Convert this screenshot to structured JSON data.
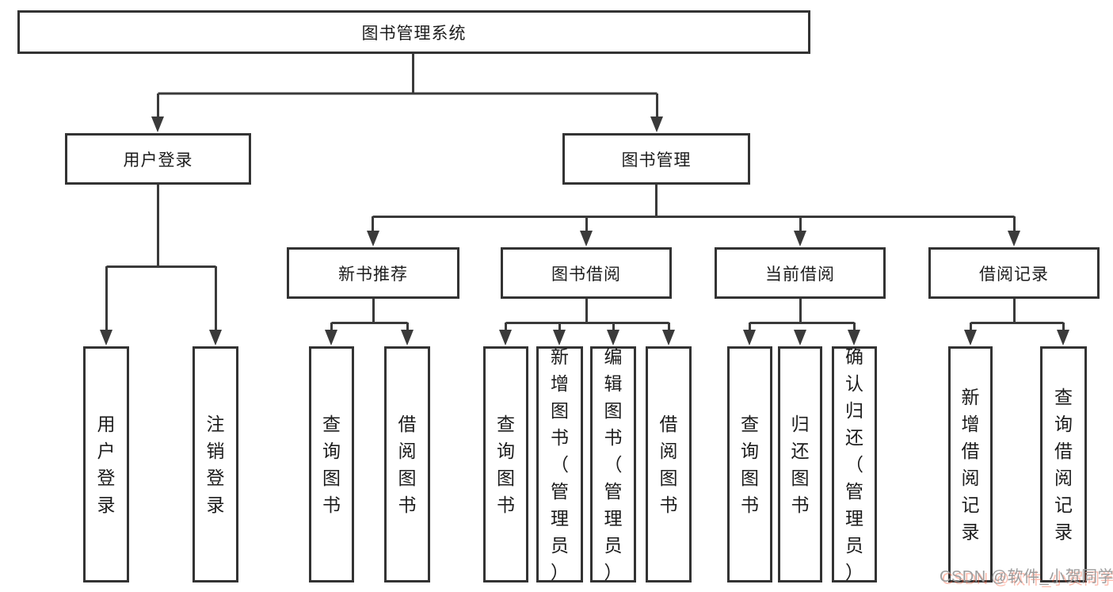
{
  "tree": {
    "root": {
      "label": "图书管理系统",
      "children": [
        {
          "label": "用户登录",
          "children": [
            {
              "label": "用户登录"
            },
            {
              "label": "注销登录"
            }
          ]
        },
        {
          "label": "图书管理",
          "children": [
            {
              "label": "新书推荐",
              "children": [
                {
                  "label": "查询图书"
                },
                {
                  "label": "借阅图书"
                }
              ]
            },
            {
              "label": "图书借阅",
              "children": [
                {
                  "label": "查询图书"
                },
                {
                  "label": "新增图书（管理员）"
                },
                {
                  "label": "编辑图书（管理员）"
                },
                {
                  "label": "借阅图书"
                }
              ]
            },
            {
              "label": "当前借阅",
              "children": [
                {
                  "label": "查询图书"
                },
                {
                  "label": "归还图书"
                },
                {
                  "label": "确认归还（管理员）"
                }
              ]
            },
            {
              "label": "借阅记录",
              "children": [
                {
                  "label": "新增借阅记录"
                },
                {
                  "label": "查询借阅记录"
                }
              ]
            }
          ]
        }
      ]
    }
  },
  "watermark": {
    "text": "CSDN @软件_小贺同学"
  },
  "colors": {
    "line": "#3a3a3a",
    "border": "#333333",
    "ink": "#1c1c1c",
    "watermark_gray": "#9d9d9d",
    "watermark_red": "#fc5531"
  }
}
